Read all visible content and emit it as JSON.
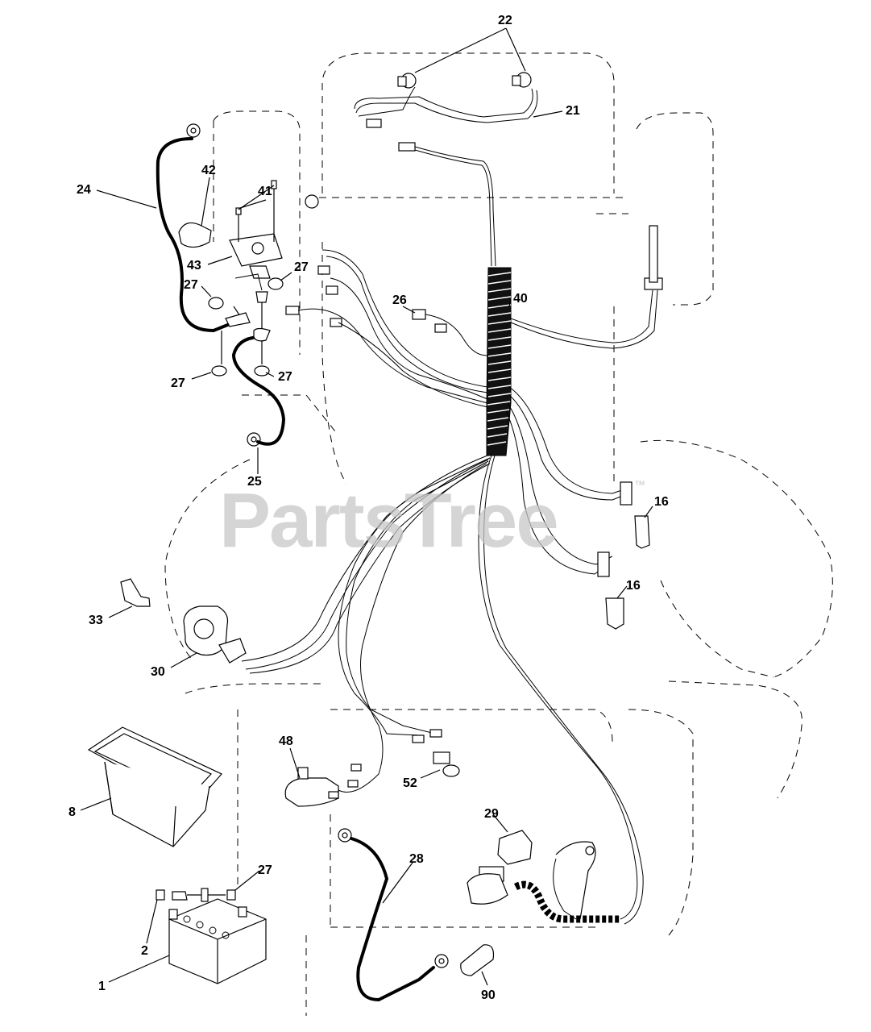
{
  "watermark": {
    "text": "PartsTree",
    "trademark": "™"
  },
  "callouts": {
    "c22": "22",
    "c21": "21",
    "c24": "24",
    "c42": "42",
    "c41": "41",
    "c43": "43",
    "c27a": "27",
    "c27b": "27",
    "c27c": "27",
    "c27d": "27",
    "c26": "26",
    "c40": "40",
    "c25": "25",
    "c16a": "16",
    "c16b": "16",
    "c33": "33",
    "c30": "30",
    "c48": "48",
    "c52": "52",
    "c8": "8",
    "c29": "29",
    "c28": "28",
    "c27e": "27",
    "c2": "2",
    "c1": "1",
    "c90": "90"
  }
}
